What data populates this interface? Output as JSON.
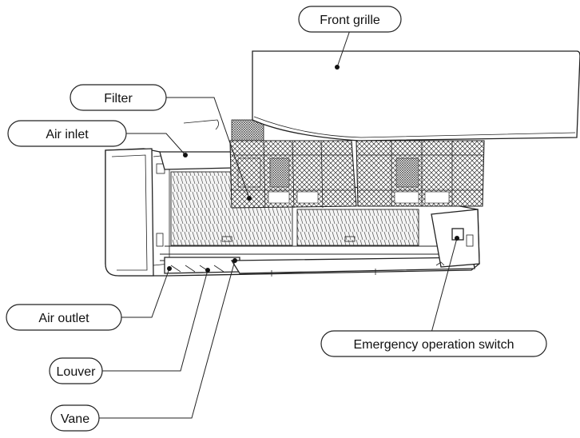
{
  "labels": {
    "front_grille": "Front grille",
    "filter": "Filter",
    "air_inlet": "Air inlet",
    "air_outlet": "Air outlet",
    "louver": "Louver",
    "vane": "Vane",
    "emergency_switch": "Emergency operation switch"
  }
}
